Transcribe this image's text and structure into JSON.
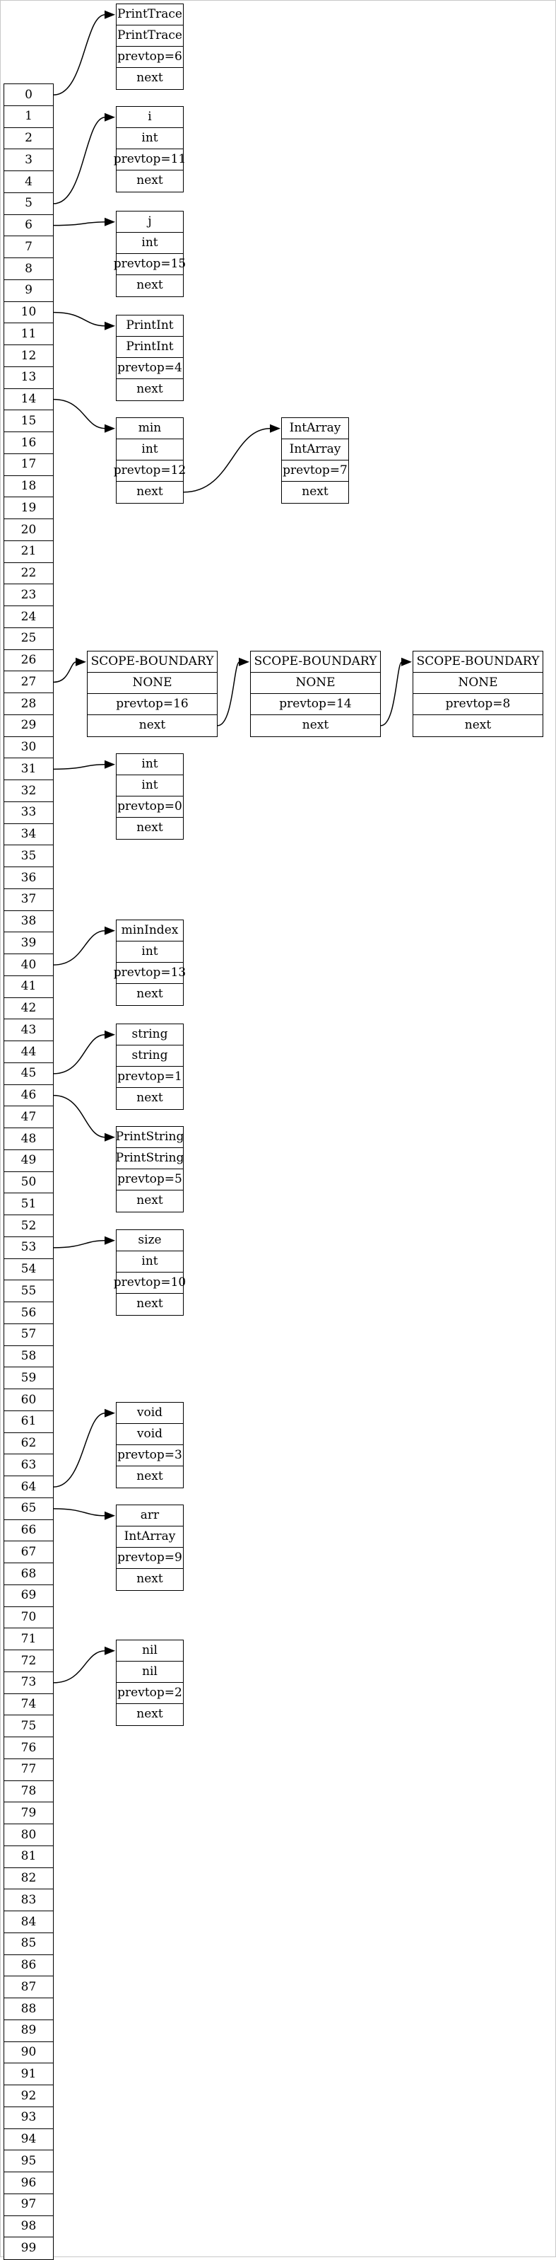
{
  "table": {
    "indices": [
      "0",
      "1",
      "2",
      "3",
      "4",
      "5",
      "6",
      "7",
      "8",
      "9",
      "10",
      "11",
      "12",
      "13",
      "14",
      "15",
      "16",
      "17",
      "18",
      "19",
      "20",
      "21",
      "22",
      "23",
      "24",
      "25",
      "26",
      "27",
      "28",
      "29",
      "30",
      "31",
      "32",
      "33",
      "34",
      "35",
      "36",
      "37",
      "38",
      "39",
      "40",
      "41",
      "42",
      "43",
      "44",
      "45",
      "46",
      "47",
      "48",
      "49",
      "50",
      "51",
      "52",
      "53",
      "54",
      "55",
      "56",
      "57",
      "58",
      "59",
      "60",
      "61",
      "62",
      "63",
      "64",
      "65",
      "66",
      "67",
      "68",
      "69",
      "70",
      "71",
      "72",
      "73",
      "74",
      "75",
      "76",
      "77",
      "78",
      "79",
      "80",
      "81",
      "82",
      "83",
      "84",
      "85",
      "86",
      "87",
      "88",
      "89",
      "90",
      "91",
      "92",
      "93",
      "94",
      "95",
      "96",
      "97",
      "98",
      "99"
    ]
  },
  "records": [
    {
      "id": "printtrace",
      "fields": [
        "PrintTrace",
        "PrintTrace",
        "prevtop=6",
        "next"
      ]
    },
    {
      "id": "i",
      "fields": [
        "i",
        "int",
        "prevtop=11",
        "next"
      ]
    },
    {
      "id": "j",
      "fields": [
        "j",
        "int",
        "prevtop=15",
        "next"
      ]
    },
    {
      "id": "printint",
      "fields": [
        "PrintInt",
        "PrintInt",
        "prevtop=4",
        "next"
      ]
    },
    {
      "id": "min",
      "fields": [
        "min",
        "int",
        "prevtop=12",
        "next"
      ]
    },
    {
      "id": "intarray",
      "fields": [
        "IntArray",
        "IntArray",
        "prevtop=7",
        "next"
      ]
    },
    {
      "id": "scope1",
      "fields": [
        "SCOPE-BOUNDARY",
        "NONE",
        "prevtop=16",
        "next"
      ]
    },
    {
      "id": "scope2",
      "fields": [
        "SCOPE-BOUNDARY",
        "NONE",
        "prevtop=14",
        "next"
      ]
    },
    {
      "id": "scope3",
      "fields": [
        "SCOPE-BOUNDARY",
        "NONE",
        "prevtop=8",
        "next"
      ]
    },
    {
      "id": "int",
      "fields": [
        "int",
        "int",
        "prevtop=0",
        "next"
      ]
    },
    {
      "id": "minindex",
      "fields": [
        "minIndex",
        "int",
        "prevtop=13",
        "next"
      ]
    },
    {
      "id": "string",
      "fields": [
        "string",
        "string",
        "prevtop=1",
        "next"
      ]
    },
    {
      "id": "printstring",
      "fields": [
        "PrintString",
        "PrintString",
        "prevtop=5",
        "next"
      ]
    },
    {
      "id": "size",
      "fields": [
        "size",
        "int",
        "prevtop=10",
        "next"
      ]
    },
    {
      "id": "void",
      "fields": [
        "void",
        "void",
        "prevtop=3",
        "next"
      ]
    },
    {
      "id": "arr",
      "fields": [
        "arr",
        "IntArray",
        "prevtop=9",
        "next"
      ]
    },
    {
      "id": "nil",
      "fields": [
        "nil",
        "nil",
        "prevtop=2",
        "next"
      ]
    }
  ]
}
